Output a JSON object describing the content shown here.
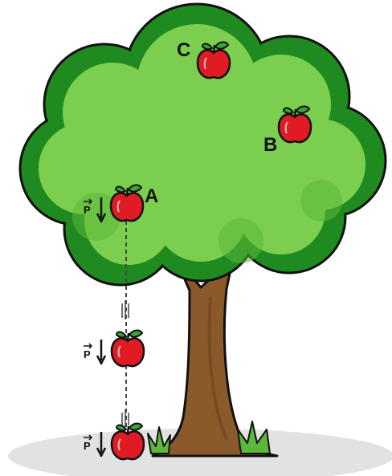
{
  "labels": {
    "apple_a": "A",
    "apple_b": "B",
    "apple_c": "C",
    "weight_symbol": "P"
  },
  "colors": {
    "foliage_dark": "#1f8a1f",
    "foliage_light": "#7ccf4e",
    "foliage_mid": "#5bb83a",
    "trunk": "#8b5a2b",
    "trunk_shade": "#6b4220",
    "apple_red": "#e01b24",
    "apple_leaf": "#3aa535",
    "ground": "#e2e2e2"
  },
  "icons": {
    "apple": "apple-icon",
    "weight_vector": "downward-arrow-icon",
    "grass": "grass-tuft-icon"
  }
}
